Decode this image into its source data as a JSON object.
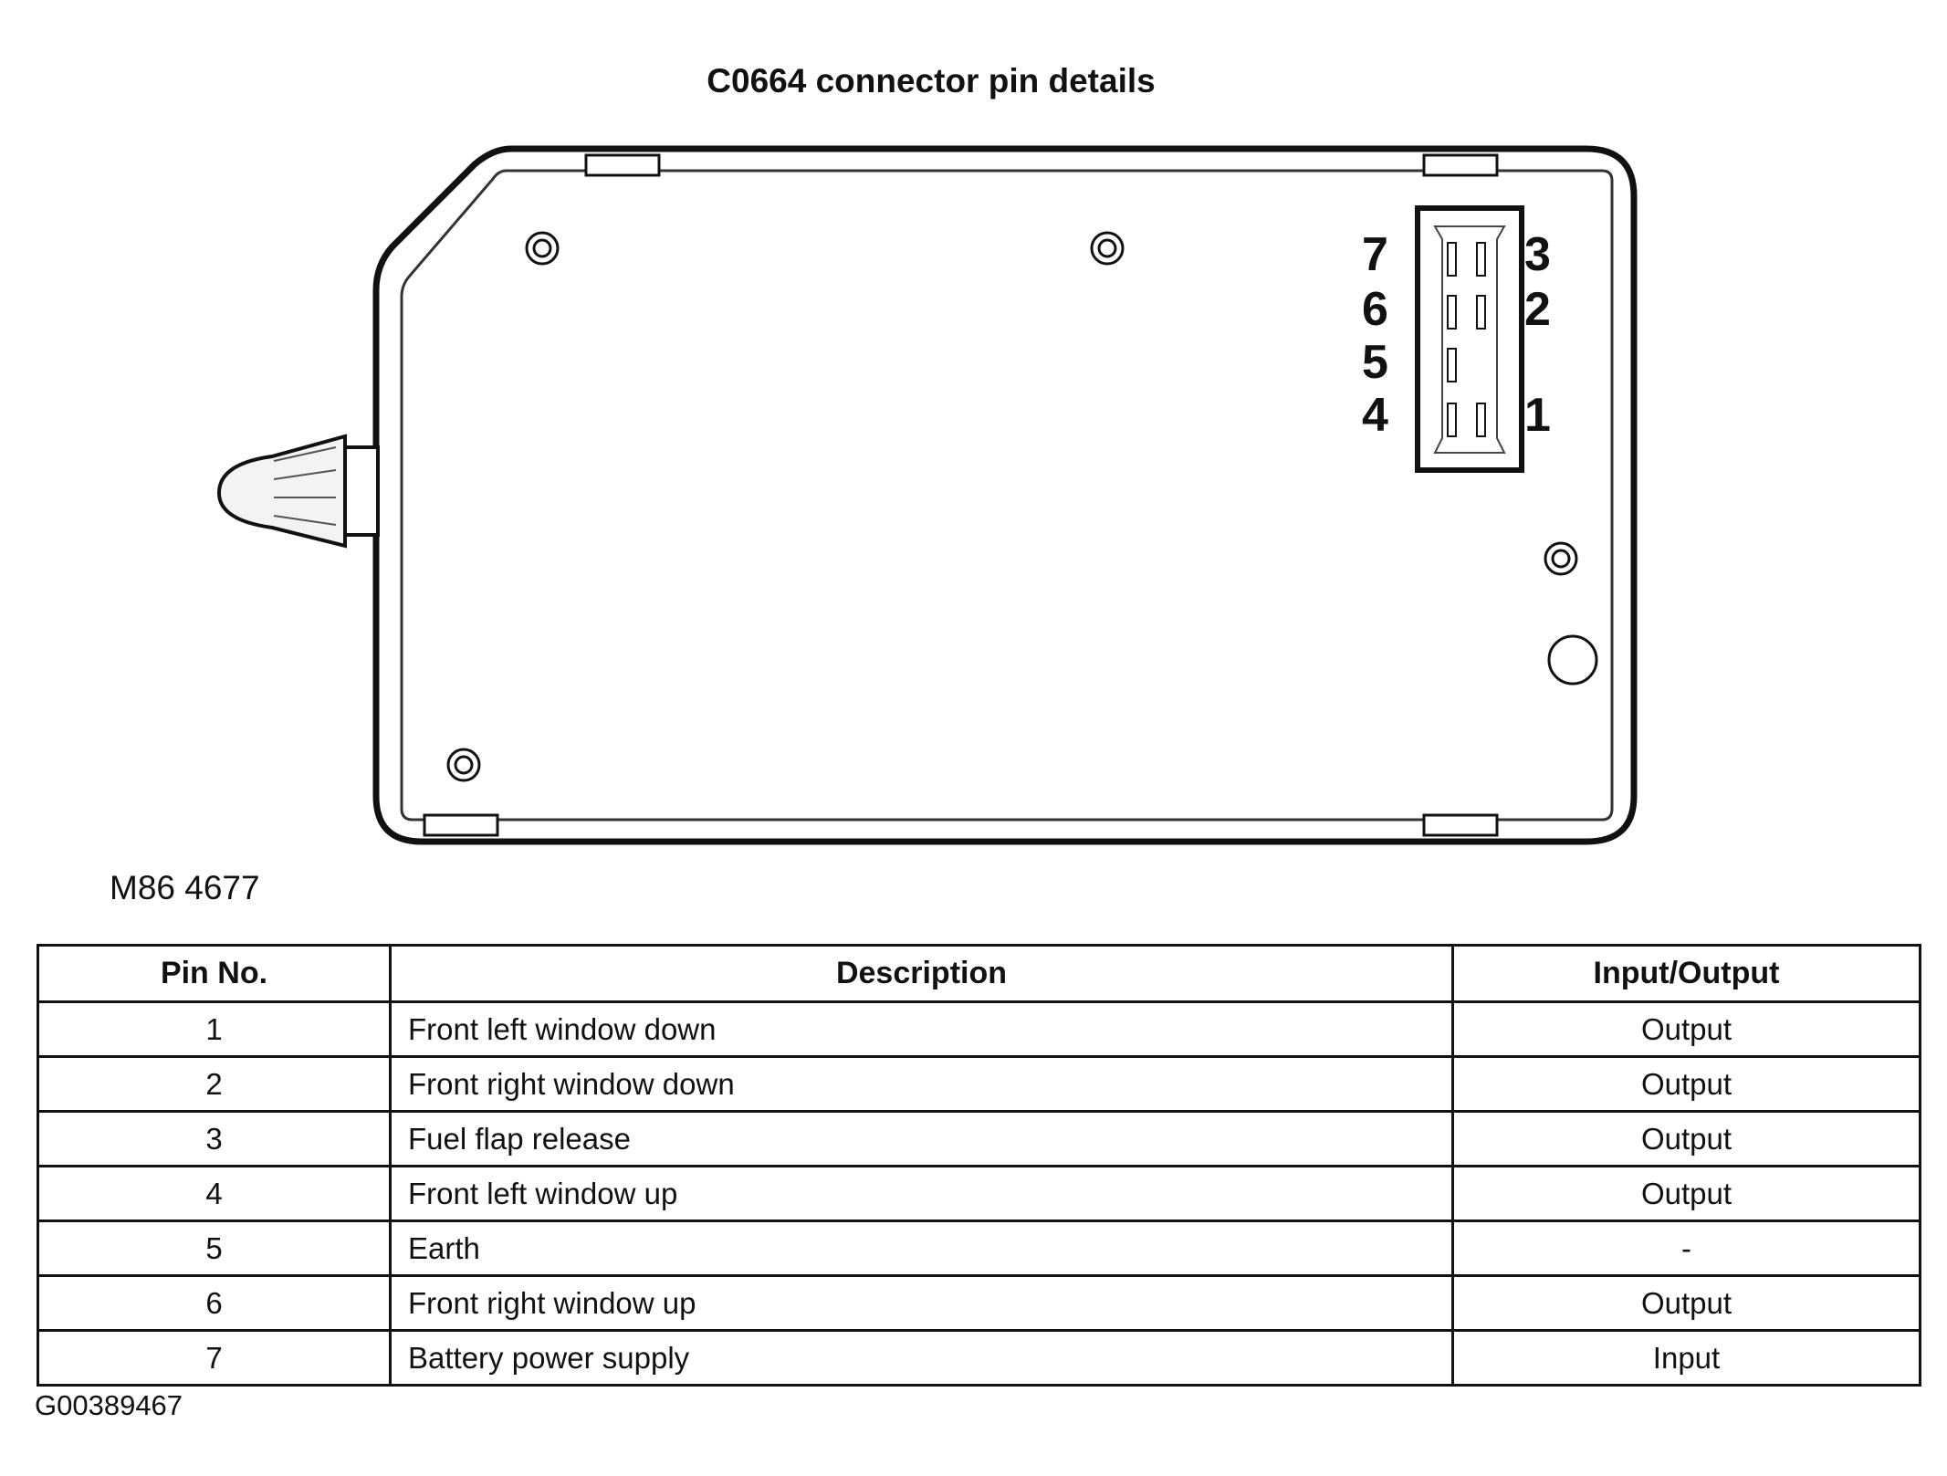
{
  "title": "C0664 connector pin details",
  "figure_code": "M86 4677",
  "image_code": "G00389467",
  "connector": {
    "left_pins": [
      "7",
      "6",
      "5",
      "4"
    ],
    "right_pins": [
      "3",
      "2",
      "1"
    ]
  },
  "table": {
    "headers": [
      "Pin No.",
      "Description",
      "Input/Output"
    ],
    "rows": [
      {
        "pin": "1",
        "description": "Front left window down",
        "io": "Output"
      },
      {
        "pin": "2",
        "description": "Front right window down",
        "io": "Output"
      },
      {
        "pin": "3",
        "description": "Fuel flap release",
        "io": "Output"
      },
      {
        "pin": "4",
        "description": "Front left window up",
        "io": "Output"
      },
      {
        "pin": "5",
        "description": "Earth",
        "io": "-"
      },
      {
        "pin": "6",
        "description": "Front right window up",
        "io": "Output"
      },
      {
        "pin": "7",
        "description": "Battery power supply",
        "io": "Input"
      }
    ]
  }
}
